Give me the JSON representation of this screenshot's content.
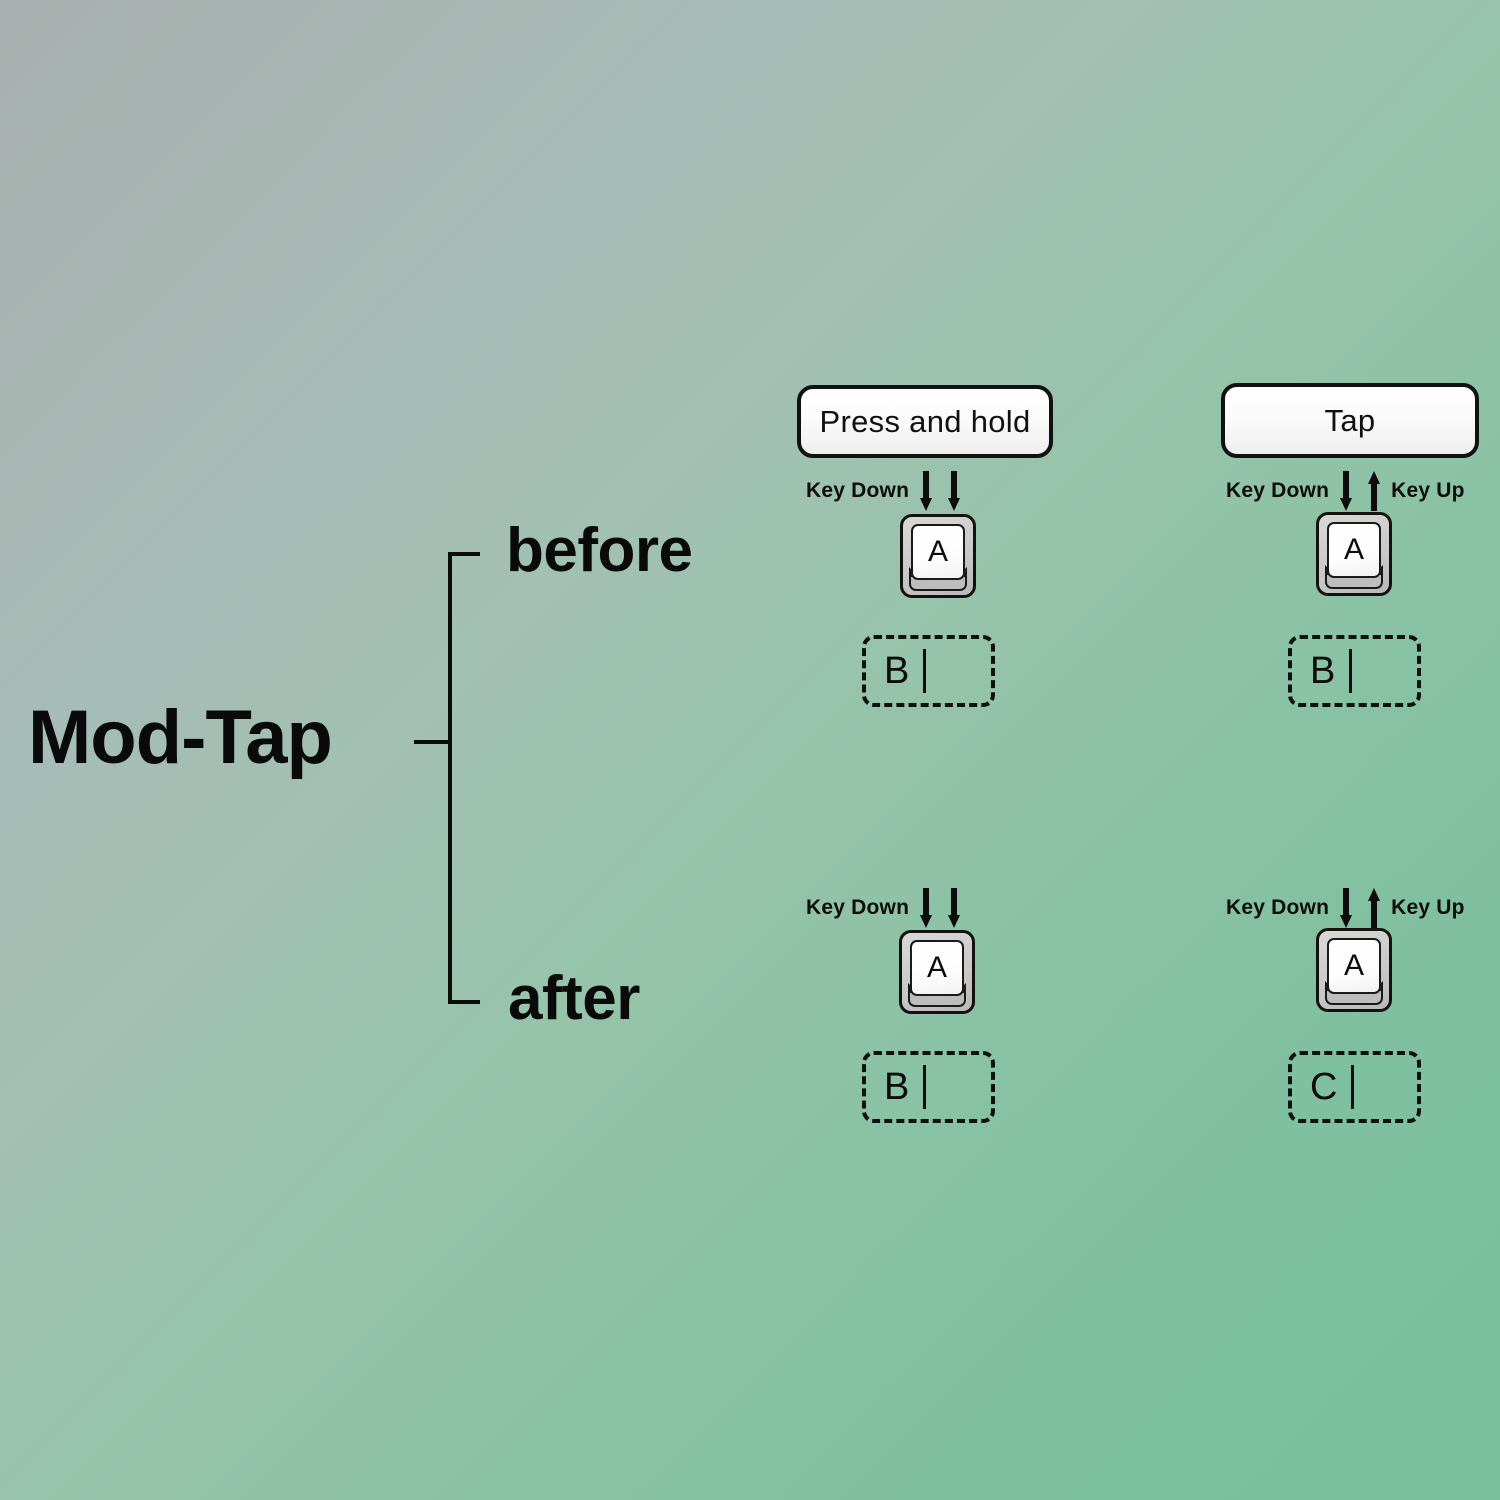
{
  "diagram": {
    "title": "Mod-Tap",
    "branches": [
      {
        "key": "before",
        "label": "before"
      },
      {
        "key": "after",
        "label": "after"
      }
    ],
    "columns": [
      {
        "key": "press-and-hold",
        "action_label": "Press and hold"
      },
      {
        "key": "tap",
        "action_label": "Tap"
      }
    ],
    "cells": [
      {
        "id": "before-press-and-hold",
        "branch": "before",
        "column": "press-and-hold",
        "action_label": "Press and hold",
        "show_action_pill": true,
        "left_event_label": "Key Down",
        "right_event_label": "",
        "arrows": [
          "down",
          "down"
        ],
        "keycap_legend": "A",
        "output_char": "B"
      },
      {
        "id": "before-tap",
        "branch": "before",
        "column": "tap",
        "action_label": "Tap",
        "show_action_pill": true,
        "left_event_label": "Key Down",
        "right_event_label": "Key Up",
        "arrows": [
          "down",
          "up"
        ],
        "keycap_legend": "A",
        "output_char": "B"
      },
      {
        "id": "after-press-and-hold",
        "branch": "after",
        "column": "press-and-hold",
        "action_label": "",
        "show_action_pill": false,
        "left_event_label": "Key Down",
        "right_event_label": "",
        "arrows": [
          "down",
          "down"
        ],
        "keycap_legend": "A",
        "output_char": "B"
      },
      {
        "id": "after-tap",
        "branch": "after",
        "column": "tap",
        "action_label": "",
        "show_action_pill": false,
        "left_event_label": "Key Down",
        "right_event_label": "Key Up",
        "arrows": [
          "down",
          "up"
        ],
        "keycap_legend": "A",
        "output_char": "C"
      }
    ]
  },
  "colors": {
    "background_top_left": "#a9b0af",
    "background_top_right": "#a6bdb5",
    "background_bottom_left": "#79bfa1",
    "background_bottom_right": "#79c09d",
    "ink": "#0c0c0c",
    "keycap_shell": "#c9c9c9",
    "keycap_face": "#ffffff",
    "pill_face": "#f6f6f6"
  }
}
